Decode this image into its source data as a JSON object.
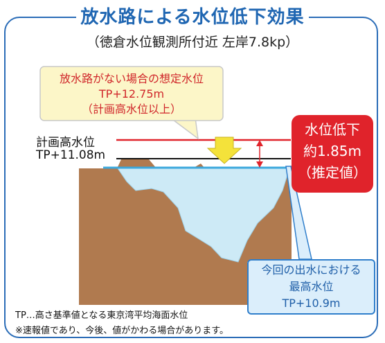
{
  "title": "放水路による水位低下効果",
  "subtitle": "（徳倉水位観測所付近 左岸7.8kp）",
  "callout": {
    "line1": "放水路がない場合の想定水位",
    "line2": "TP+12.75m",
    "line3": "（計画高水位以上）"
  },
  "plan_level": {
    "label": "計画高水位",
    "value": "TP+11.08m"
  },
  "badge": {
    "line1": "水位低下",
    "line2": "約1.85m",
    "line3": "（推定値）"
  },
  "observed": {
    "line1": "今回の出水における",
    "line2": "最高水位",
    "line3": "TP+10.9m"
  },
  "footnotes": {
    "tp_note": "TP…高さ基準値となる東京湾平均海面水位",
    "provisional_note": "※速報値であり、今後、値がかわる場合があります。"
  },
  "colors": {
    "frame": "#2a6cb7",
    "title": "#1f66b2",
    "ground": "#b07a4f",
    "water": "#cdeaf6",
    "water_line": "#3aa7dc",
    "no_floodway_line": "#e0232b",
    "arrow": "#f4e23a",
    "badge": "#e0232b",
    "callout_bg": "#fcf6c8"
  }
}
